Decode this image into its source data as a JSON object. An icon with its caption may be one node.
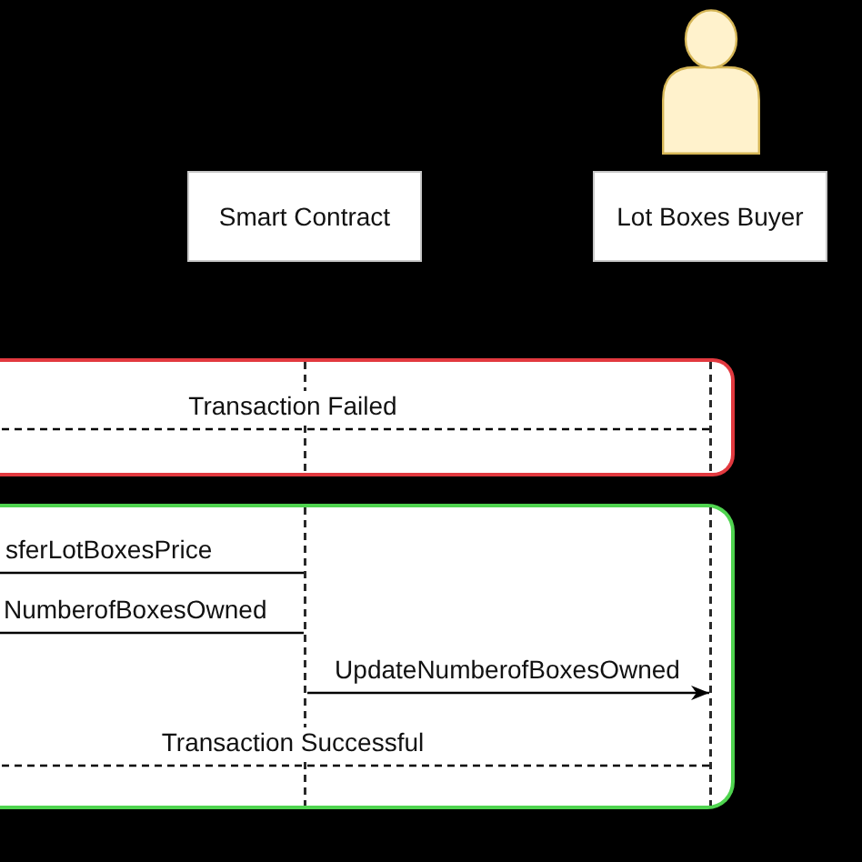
{
  "diagram": {
    "nodes": [
      {
        "text": [
          "Smart Contract"
        ]
      },
      {
        "text": [
          "Lot Boxes Buyer"
        ]
      },
      {
        "text": [],
        "shape": "box"
      },
      {
        "text": [],
        "shape": "line",
        "in": 2
      },
      {
        "text": [],
        "shape": "line",
        "in": 2
      },
      {
        "text": [],
        "shape": "box"
      },
      {
        "text": [],
        "shape": "line",
        "in": 5
      },
      {
        "text": [],
        "shape": "line",
        "in": 5
      }
    ],
    "edges": [
      {
        "from": 4,
        "to": null,
        "arrow": "none",
        "label": "Transaction Failed",
        "style": "dashed"
      },
      {
        "from": 6,
        "to": null,
        "arrow": "none",
        "label": "sferLotBoxesPrice"
      },
      {
        "from": 6,
        "to": null,
        "arrow": "none",
        "label": "NumberofBoxesOwned"
      },
      {
        "from": 6,
        "to": 7,
        "arrow": "to",
        "label": "UpdateNumberofBoxesOwned"
      },
      {
        "from": 7,
        "to": null,
        "arrow": "none",
        "label": "Transaction Successful",
        "style": "dashed"
      }
    ]
  }
}
